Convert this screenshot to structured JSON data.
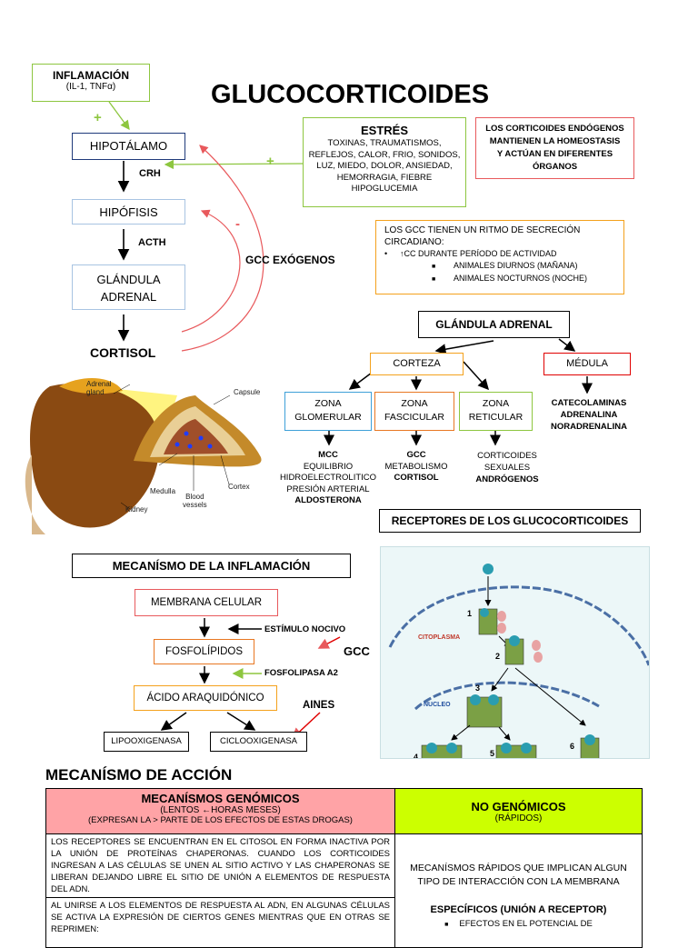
{
  "title": "GLUCOCORTICOIDES",
  "inflamacion": {
    "title": "INFLAMACIÓN",
    "sub": "(IL-1, TNFα)"
  },
  "plus1": "+",
  "plus2": "+",
  "minus": "-",
  "hipotalamo": "HIPOTÁLAMO",
  "crh": "CRH",
  "hipofisis": "HIPÓFISIS",
  "acth": "ACTH",
  "glandula_adrenal": [
    "GLÁNDULA",
    "ADRENAL"
  ],
  "cortisol": "CORTISOL",
  "gcc_exogenos": "GCC EXÓGENOS",
  "estres": {
    "title": "ESTRÉS",
    "lines": [
      "TOXINAS, TRAUMATISMOS,",
      "REFLEJOS, CALOR, FRIO, SONIDOS,",
      "LUZ, MIEDO, DOLOR, ANSIEDAD,",
      "HEMORRAGIA, FIEBRE",
      "HIPOGLUCEMIA"
    ]
  },
  "corticoides_box": [
    "LOS CORTICOIDES ENDÓGENOS",
    "MANTIENEN LA HOMEOSTASIS",
    "Y ACTÚAN EN DIFERENTES",
    "ÓRGANOS"
  ],
  "ritmo": {
    "line1": "LOS GCC TIENEN UN RITMO DE SECRECIÓN",
    "line2": "CIRCADIANO:",
    "bullet": "↑CC DURANTE PERÍODO DE ACTIVIDAD",
    "sub1": "ANIMALES DIURNOS (MAÑANA)",
    "sub2": "ANIMALES NOCTURNOS (NOCHE)"
  },
  "adrenal_tree": {
    "title": "GLÁNDULA ADRENAL",
    "corteza": "CORTEZA",
    "medula": "MÉDULA",
    "zona_glomerular": [
      "ZONA",
      "GLOMERULAR"
    ],
    "zona_fascicular": [
      "ZONA",
      "FASCICULAR"
    ],
    "zona_reticular": [
      "ZONA",
      "RETICULAR"
    ],
    "medula_items": [
      "CATECOLAMINAS",
      "ADRENALINA",
      "NORADRENALINA"
    ],
    "glomerular_items": [
      "MCC",
      "EQUILIBRIO",
      "HIDROELECTROLITICO",
      "PRESIÓN ARTERIAL",
      "ALDOSTERONA"
    ],
    "fascicular_items": [
      "GCC",
      "METABOLISMO",
      "CORTISOL"
    ],
    "reticular_items": [
      "CORTICOIDES",
      "SEXUALES",
      "ANDRÓGENOS"
    ]
  },
  "illustration": {
    "adrenal_gland": [
      "Adrenal",
      "gland"
    ],
    "capsule": "Capsule",
    "cortex": "Cortex",
    "medulla": "Medulla",
    "blood_vessels": [
      "Blood",
      "vessels"
    ],
    "kidney": "Kidney"
  },
  "receptores_title": "RECEPTORES DE LOS GLUCOCORTICOIDES",
  "cell_diagram": {
    "citoplasma": "CITOPLASMA",
    "nucleo": "NUCLEO",
    "numbers": [
      "1",
      "2",
      "3",
      "4",
      "5",
      "6"
    ]
  },
  "inflamacion_mech": {
    "title": "MECANÍSMO DE LA INFLAMACIÓN",
    "membrana": "MEMBRANA CELULAR",
    "estimulo": "ESTÍMULO NOCIVO",
    "fosfolipidos": "FOSFOLÍPIDOS",
    "gcc": "GCC",
    "fosfolipasa": "FOSFOLIPASA A2",
    "acido": "ÁCIDO ARAQUIDÓNICO",
    "aines": "AINES",
    "lipoox": "LIPOOXIGENASA",
    "cicloox": "CICLOOXIGENASA"
  },
  "mecanismo_accion": {
    "title": "MECANÍSMO DE ACCIÓN",
    "genomicos_title": "MECANÍSMOS GENÓMICOS",
    "genomicos_sub1": "(LENTOS ←HORAS MESES)",
    "genomicos_sub2": "(EXPRESAN LA > PARTE DE LOS EFECTOS DE ESTAS DROGAS)",
    "no_genomicos_title": "NO GENÓMICOS",
    "no_genomicos_sub": "(RÁPIDOS)",
    "genomicos_p1": "LOS RECEPTORES SE ENCUENTRAN EN EL CITOSOL EN FORMA INACTIVA POR LA UNIÓN DE PROTEÍNAS CHAPERONAS. CUANDO LOS CORTICOIDES INGRESAN A LAS CÉLULAS SE UNEN AL SITIO ACTIVO Y LAS CHAPERONAS SE LIBERAN DEJANDO LIBRE EL SITIO DE UNIÓN A ELEMENTOS DE RESPUESTA DEL ADN.",
    "genomicos_p2": "AL UNIRSE A LOS ELEMENTOS DE RESPUESTA AL ADN, EN ALGUNAS CÉLULAS SE ACTIVA LA EXPRESIÓN DE CIERTOS GENES MIENTRAS QUE EN OTRAS SE REPRIMEN:",
    "no_genomicos_p1": "MECANÍSMOS RÁPIDOS QUE IMPLICAN ALGUN TIPO DE INTERACCIÓN CON LA MEMBRANA",
    "especificos": "ESPECÍFICOS (UNIÓN A RECEPTOR)",
    "efectos": "EFECTOS EN EL POTENCIAL DE"
  },
  "colors": {
    "green": "#8dc63f",
    "red": "#e8595c",
    "blue": "#1f4e9e",
    "orange": "#f4a11c",
    "pink_header": "#ffa3a6",
    "lime_header": "#ccff00"
  }
}
